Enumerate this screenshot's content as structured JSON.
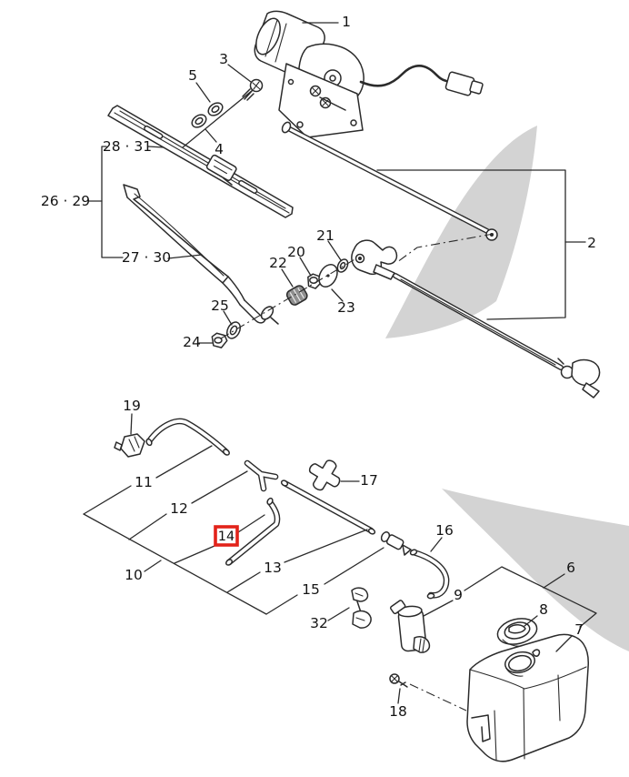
{
  "figure": {
    "background": "#ffffff",
    "line_color": "#2b2b2b",
    "shade_color": "#d3d3d3",
    "highlight": {
      "label": "14",
      "border_color": "#e2231a",
      "fill": "#ffffff",
      "text_color": "#111111"
    }
  },
  "labels": {
    "n1": "1",
    "n2": "2",
    "n3": "3",
    "n4": "4",
    "n5": "5",
    "n6": "6",
    "n7": "7",
    "n8": "8",
    "n9": "9",
    "n10": "10",
    "n11": "11",
    "n12": "12",
    "n13": "13",
    "n14": "14",
    "n15": "15",
    "n16": "16",
    "n17": "17",
    "n18": "18",
    "n19": "19",
    "n20": "20",
    "n21": "21",
    "n22": "22",
    "n23": "23",
    "n24": "24",
    "n25": "25",
    "n32": "32",
    "n26_29": "26 · 29",
    "n27_30": "27 · 30",
    "n28_31": "28 · 31"
  }
}
